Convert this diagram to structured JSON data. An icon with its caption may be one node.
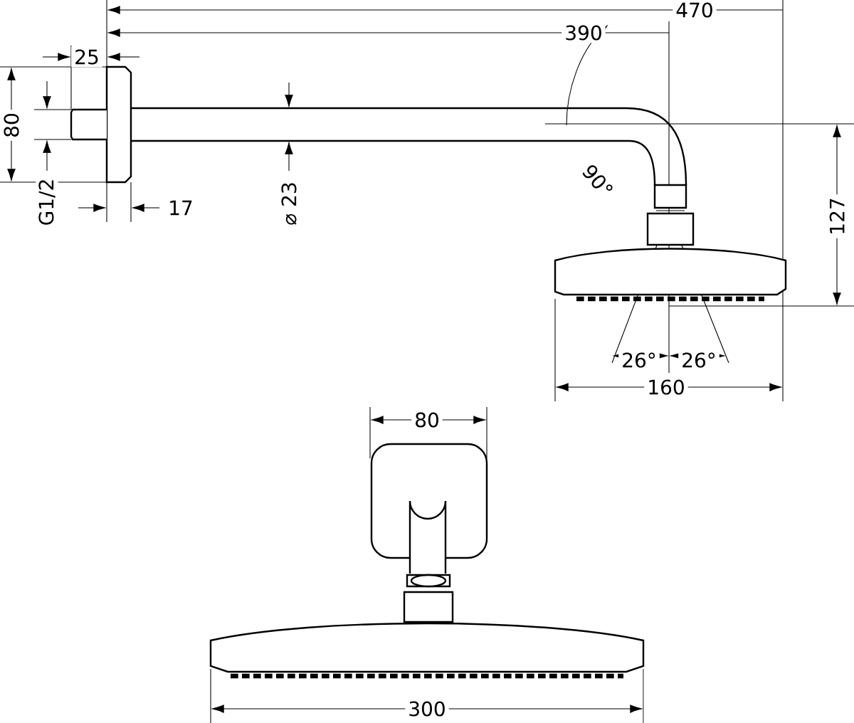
{
  "diagram": {
    "labels": [
      "470",
      "390",
      "25",
      "80",
      "G1/2",
      "17",
      "⌀ 23",
      "90°",
      "127",
      "26°",
      "26°",
      "160",
      "80",
      "300"
    ]
  }
}
